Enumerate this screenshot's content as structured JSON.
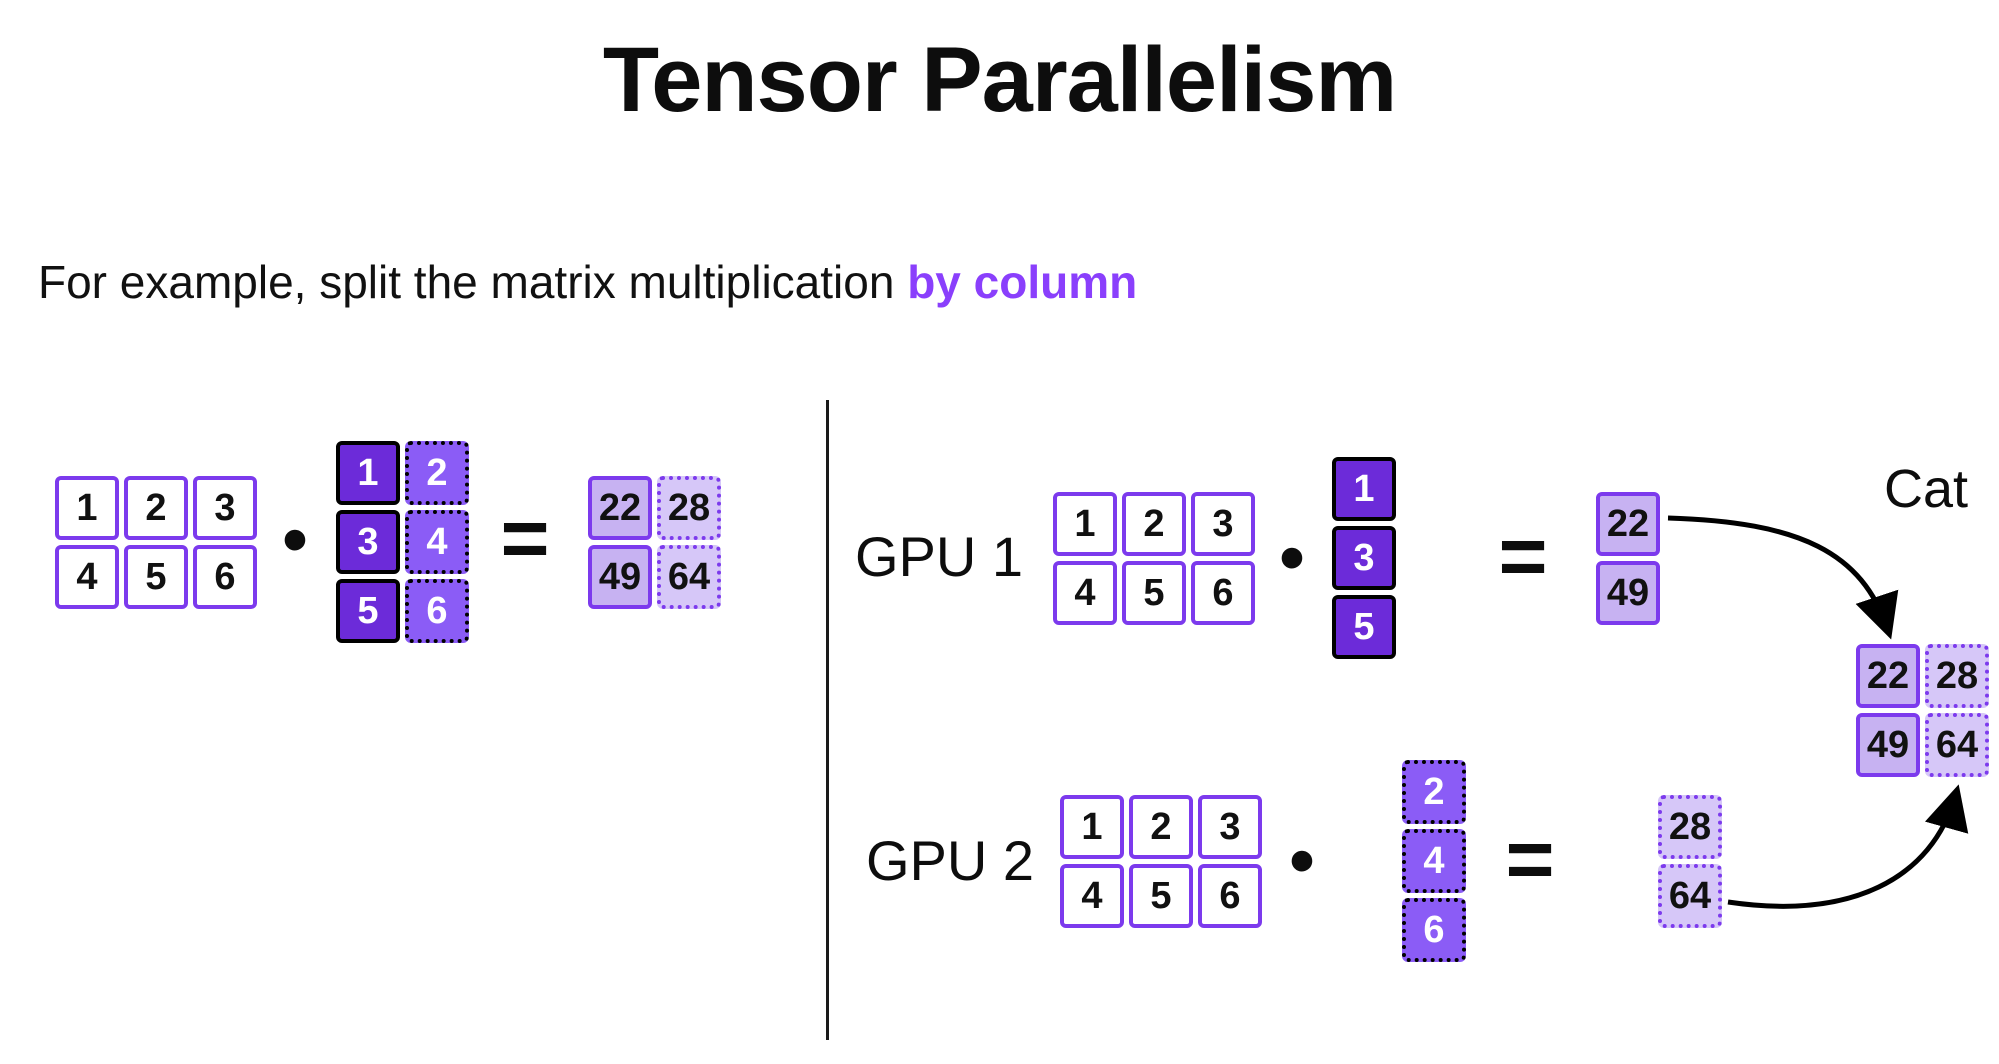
{
  "title": "Tensor Parallelism",
  "subtitle": {
    "prefix": "For example, split the matrix multiplication ",
    "accent": "by column"
  },
  "operators": {
    "dot": "•",
    "equals": "="
  },
  "labels": {
    "gpu1": "GPU 1",
    "gpu2": "GPU 2",
    "cat": "Cat"
  },
  "left": {
    "matrix_a": [
      "1",
      "2",
      "3",
      "4",
      "5",
      "6"
    ],
    "matrix_b_col1": [
      "1",
      "3",
      "5"
    ],
    "matrix_b_col2": [
      "2",
      "4",
      "6"
    ],
    "result_col1": [
      "22",
      "49"
    ],
    "result_col2": [
      "28",
      "64"
    ]
  },
  "gpu1": {
    "matrix_a": [
      "1",
      "2",
      "3",
      "4",
      "5",
      "6"
    ],
    "vector": [
      "1",
      "3",
      "5"
    ],
    "result": [
      "22",
      "49"
    ]
  },
  "gpu2": {
    "matrix_a": [
      "1",
      "2",
      "3",
      "4",
      "5",
      "6"
    ],
    "vector": [
      "2",
      "4",
      "6"
    ],
    "result": [
      "28",
      "64"
    ]
  },
  "concat": {
    "col1": [
      "22",
      "49"
    ],
    "col2": [
      "28",
      "64"
    ]
  },
  "colors": {
    "accent": "#8A3FFC",
    "dark_cell": "#6C2BD9",
    "mid_cell": "#8B5CF6",
    "light_cell": "#C7B2F2",
    "light_cell_dotted": "#D6C7F8",
    "cell_border": "#7C3AED",
    "arrow": "#000000"
  }
}
